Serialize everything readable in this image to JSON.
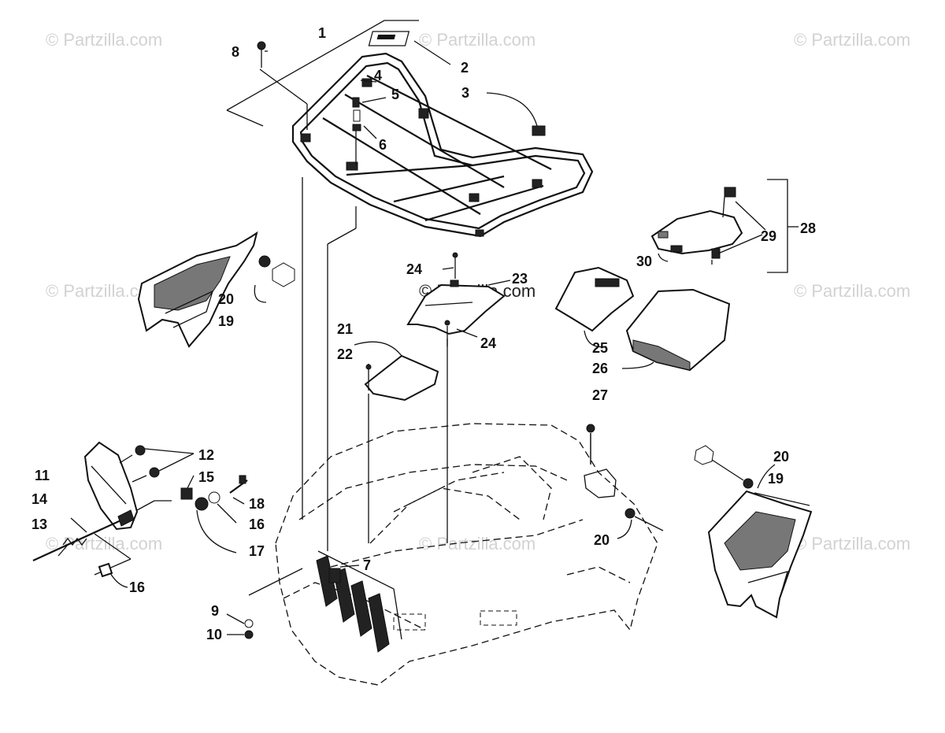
{
  "watermark": "© Partzilla.com",
  "callouts": {
    "c1": "1",
    "c2": "2",
    "c3": "3",
    "c4": "4",
    "c5": "5",
    "c6": "6",
    "c7": "7",
    "c8": "8",
    "c9": "9",
    "c10": "10",
    "c11": "11",
    "c12": "12",
    "c13": "13",
    "c14": "14",
    "c15": "15",
    "c16a": "16",
    "c16b": "16",
    "c17": "17",
    "c18": "18",
    "c19a": "19",
    "c19b": "19",
    "c20a": "20",
    "c20b": "20",
    "c20c": "20",
    "c21": "21",
    "c22": "22",
    "c23": "23",
    "c24a": "24",
    "c24b": "24",
    "c25": "25",
    "c26": "26",
    "c27": "27",
    "c28": "28",
    "c29": "29",
    "c30": "30"
  }
}
